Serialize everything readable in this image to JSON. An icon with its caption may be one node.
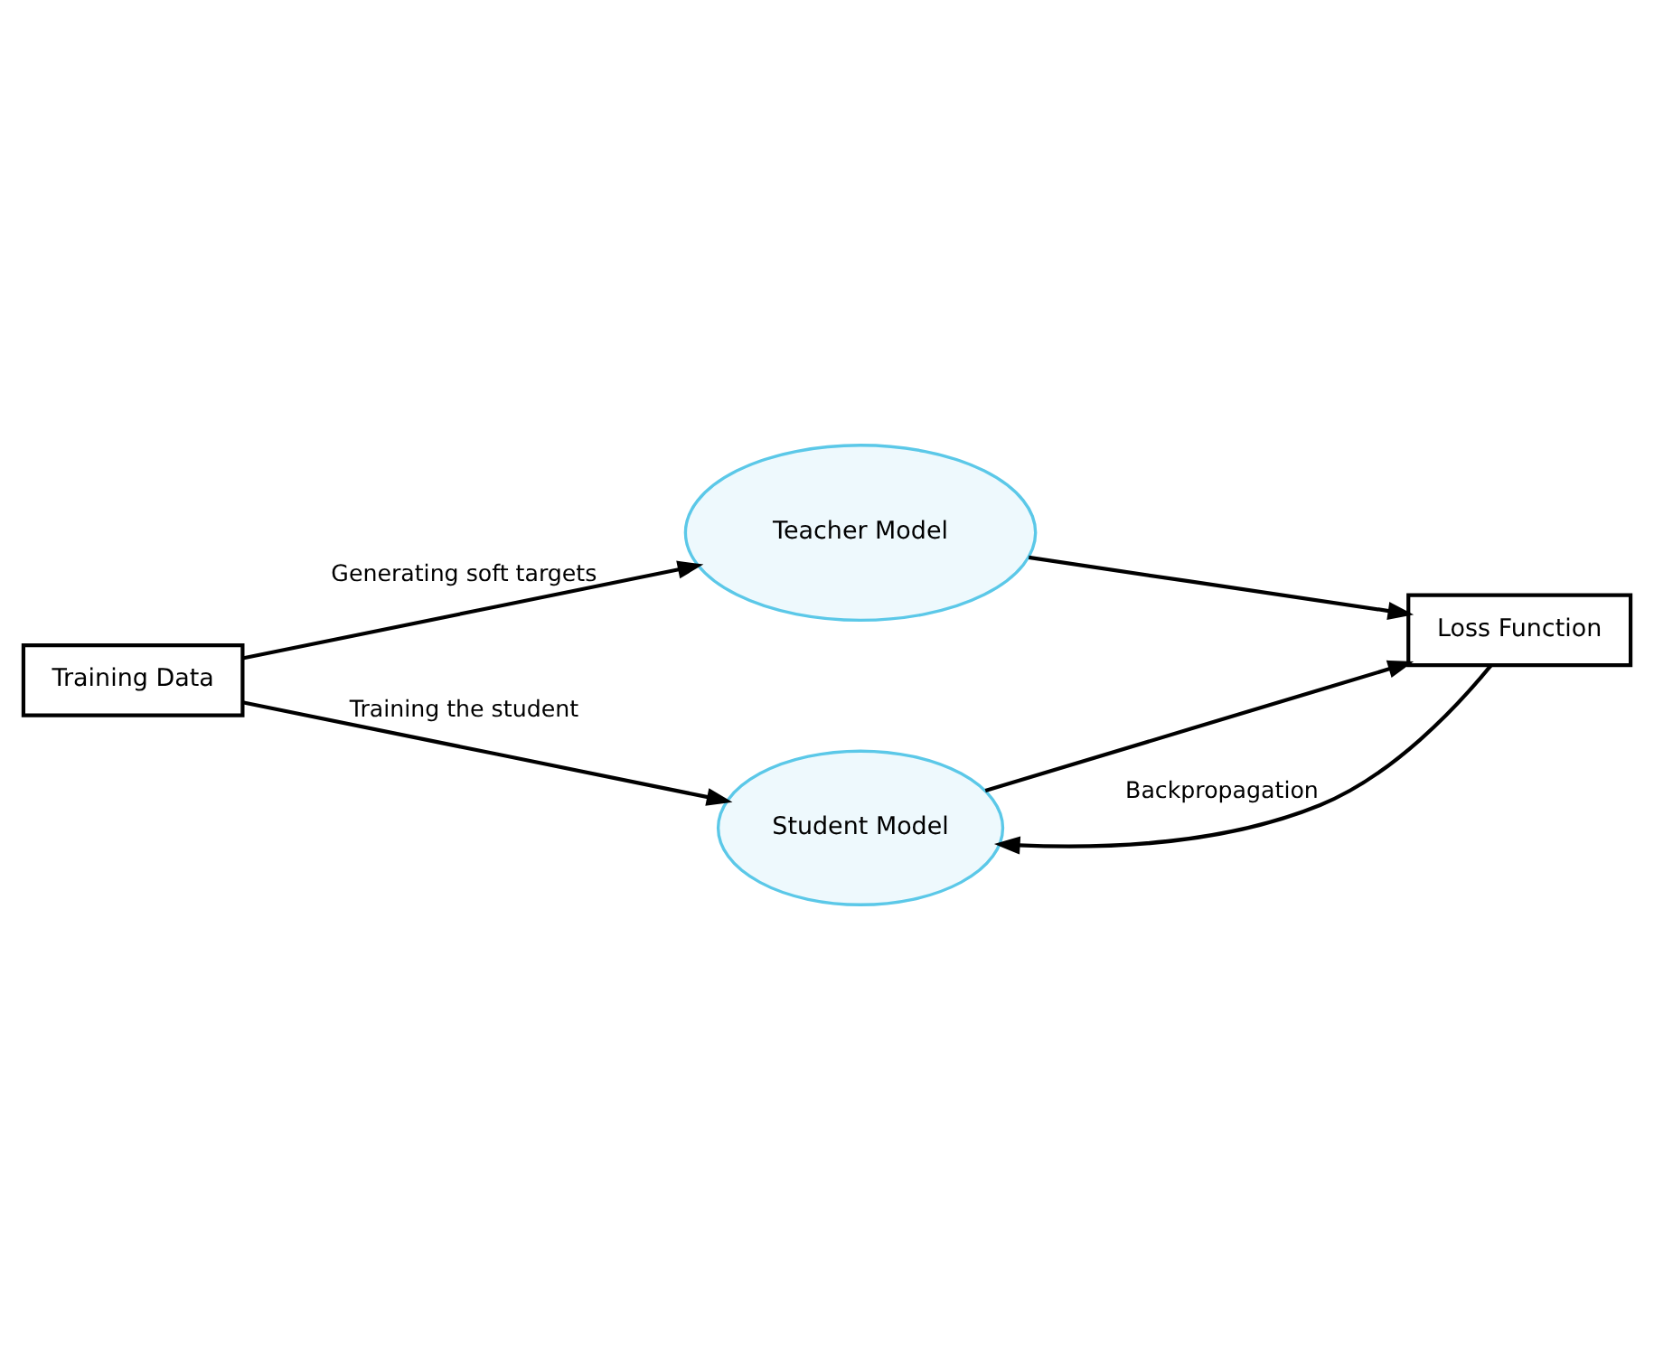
{
  "diagram": {
    "nodes": [
      {
        "text": [
          "Training Data"
        ]
      },
      {
        "text": [
          "Teacher Model"
        ]
      },
      {
        "text": [
          "Student Model"
        ]
      },
      {
        "text": [
          "Loss Function"
        ]
      }
    ],
    "edges": [
      {
        "from": 0,
        "to": 1,
        "arrow": "to",
        "label": "Generating soft targets"
      },
      {
        "from": 0,
        "to": 2,
        "arrow": "to",
        "label": "Training the student"
      },
      {
        "from": 1,
        "to": 3,
        "arrow": "to"
      },
      {
        "from": 2,
        "to": 3,
        "arrow": "to"
      },
      {
        "from": 3,
        "to": 2,
        "arrow": "to",
        "label": "Backpropagation"
      }
    ]
  }
}
